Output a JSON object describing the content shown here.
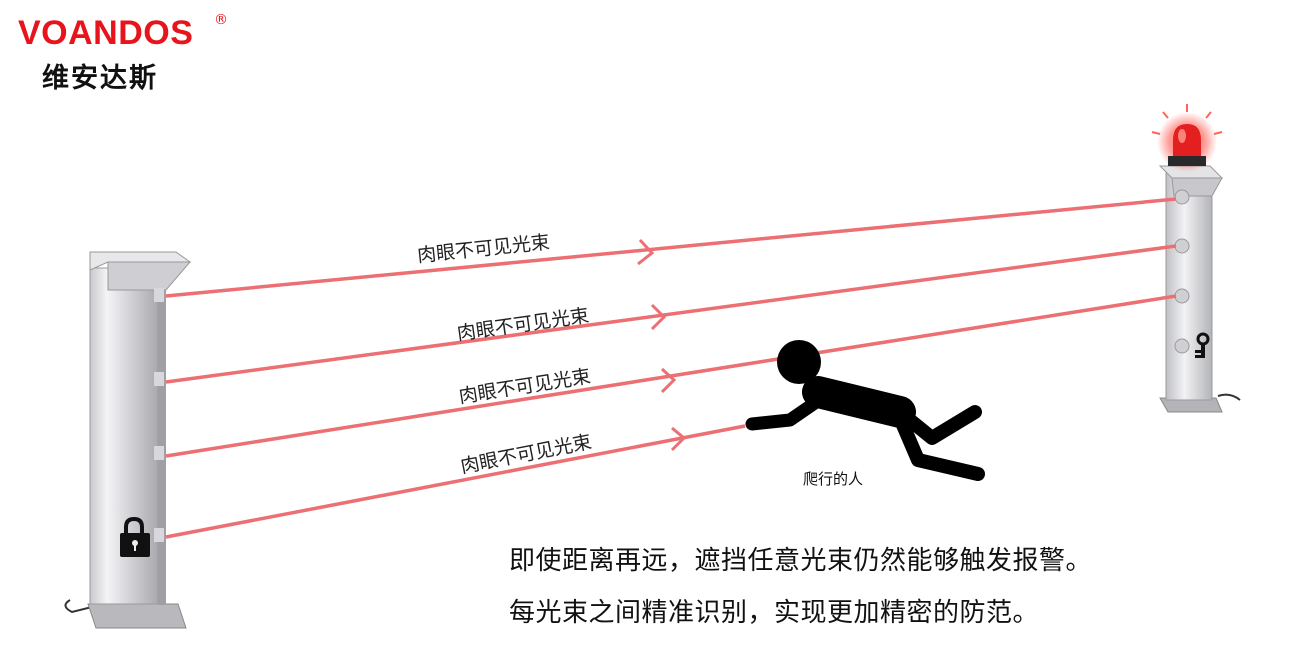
{
  "brand": {
    "name_en": "VOANDOS",
    "registered": "®",
    "name_cn": "维安达斯"
  },
  "beams": [
    {
      "label": "肉眼不可见光束"
    },
    {
      "label": "肉眼不可见光束"
    },
    {
      "label": "肉眼不可见光束"
    },
    {
      "label": "肉眼不可见光束"
    }
  ],
  "figure": {
    "label": "爬行的人"
  },
  "caption": {
    "line1": "即使距离再远，遮挡任意光束仍然能够触发报警。",
    "line2": "每光束之间精准识别，实现更加精密的防范。"
  },
  "colors": {
    "brand_red": "#e8141c",
    "beam": "#ec6f73",
    "alarm_light": "#e3201f"
  },
  "icons": {
    "left_post": "padlock-icon",
    "right_post": "key-icon",
    "alarm": "alarm-beacon-icon"
  }
}
